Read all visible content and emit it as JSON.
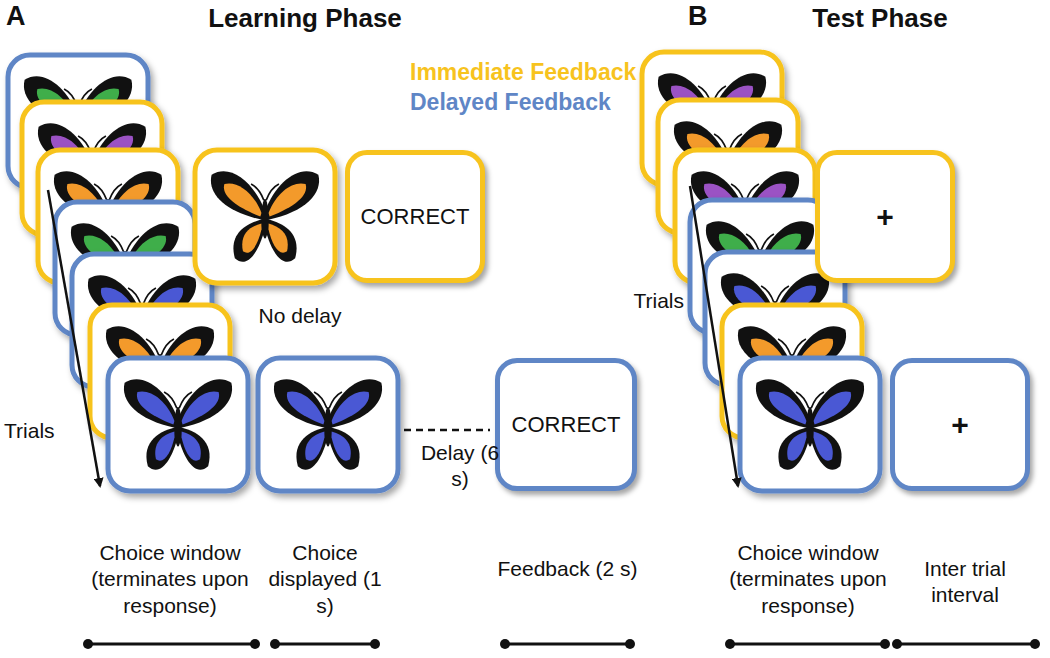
{
  "diagram": {
    "nodes": [
      {
        "text": [
          "CORRECT"
        ]
      },
      {
        "text": [
          "CORRECT"
        ]
      },
      {
        "text": [
          "+"
        ]
      },
      {
        "text": [
          "+"
        ]
      }
    ],
    "labels": [
      "A",
      "Learning Phase",
      "No delay",
      "Trials",
      "Delay (6 s)",
      "Choice window (terminates upon response)",
      "Choice displayed (1 s)",
      "Feedback (2 s)",
      "B",
      "Test Phase",
      "Trials",
      "Choice window (terminates upon response)",
      "Inter trial interval"
    ],
    "legend": [
      {
        "text": "Immediate Feedback",
        "color": "#f7c31e"
      },
      {
        "text": "Delayed Feedback",
        "color": "#5f86c6"
      }
    ]
  }
}
